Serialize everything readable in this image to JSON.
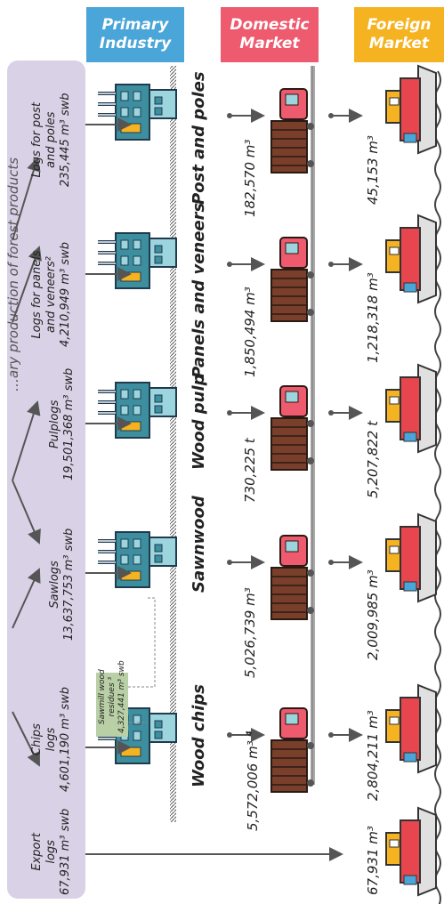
{
  "headers": {
    "primary": [
      "Primary",
      "Industry"
    ],
    "domestic": [
      "Domestic",
      "Market"
    ],
    "foreign": [
      "Foreign",
      "Market"
    ],
    "primary_color": "#4aa5d8",
    "domestic_color": "#ee5a6e",
    "foreign_color": "#f6b321"
  },
  "inputs": [
    {
      "line1": "Logs for post",
      "line2": "and poles",
      "line3": "235,445 m³ swb"
    },
    {
      "line1": "Logs for panels",
      "line2": "and veneers²",
      "line3": "4,210,949 m³ swb"
    },
    {
      "line1": "Pulplogs",
      "line2": "19,501,368 m³ swb"
    },
    {
      "line1": "Sawlogs",
      "line2": "13,637,753 m³ swb"
    },
    {
      "line1": "Chips",
      "line2": "logs",
      "line3": "4,601,190 m³ swb"
    },
    {
      "line1": "Export",
      "line2": "logs",
      "line3": "67,931 m³ swb"
    }
  ],
  "products": [
    {
      "name": "Post and poles",
      "domestic": "182,570 m³",
      "foreign": "45,153 m³"
    },
    {
      "name": "Panels and veneers",
      "domestic": "1,850,494 m³",
      "foreign": "1,218,318 m³"
    },
    {
      "name": "Wood pulp",
      "domestic": "730,225 t",
      "foreign": "5,207,822 t"
    },
    {
      "name": "Sawnwood",
      "domestic": "5,026,739 m³",
      "foreign": "2,009,985 m³"
    },
    {
      "name": "Wood chips",
      "domestic": "5,572,006 m³",
      "domestic_note": "4",
      "foreign": "2,804,211 m³"
    }
  ],
  "export_logs_foreign": "67,931 m³",
  "residues": {
    "line1": "Sawmill wood",
    "line2": "residues ³",
    "line3": "4,327,441 m³ swb"
  },
  "title_fragment": "…ary production of forest products"
}
